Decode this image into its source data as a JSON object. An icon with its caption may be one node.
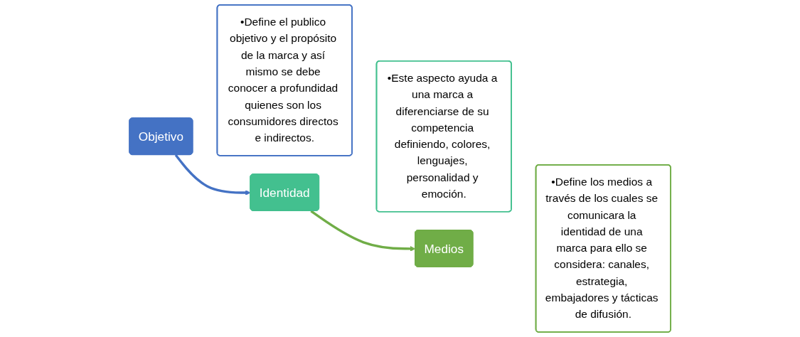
{
  "diagram": {
    "nodes": [
      {
        "text": [
          "Objetivo"
        ]
      },
      {
        "text": [
          "•Define el publico objetivo y el propósito de la marca y así mismo se debe conocer a profundidad quienes son los consumidores directos e indirectos."
        ]
      },
      {
        "text": [
          "Identidad"
        ]
      },
      {
        "text": [
          "•Este aspecto ayuda a una marca a diferenciarse de su competencia definiendo, colores, lenguajes, personalidad y emoción."
        ]
      },
      {
        "text": [
          "Medios"
        ]
      },
      {
        "text": [
          "•Define los medios a través de los cuales se comunicara la identidad de una marca para ello se considera: canales, estrategia, embajadores y tácticas de difusión."
        ]
      }
    ],
    "edges": [
      {
        "from": 0,
        "to": 2,
        "arrow": "to",
        "color": "#4472c4"
      },
      {
        "from": 2,
        "to": 4,
        "arrow": "to",
        "color": "#70ad47"
      }
    ]
  }
}
